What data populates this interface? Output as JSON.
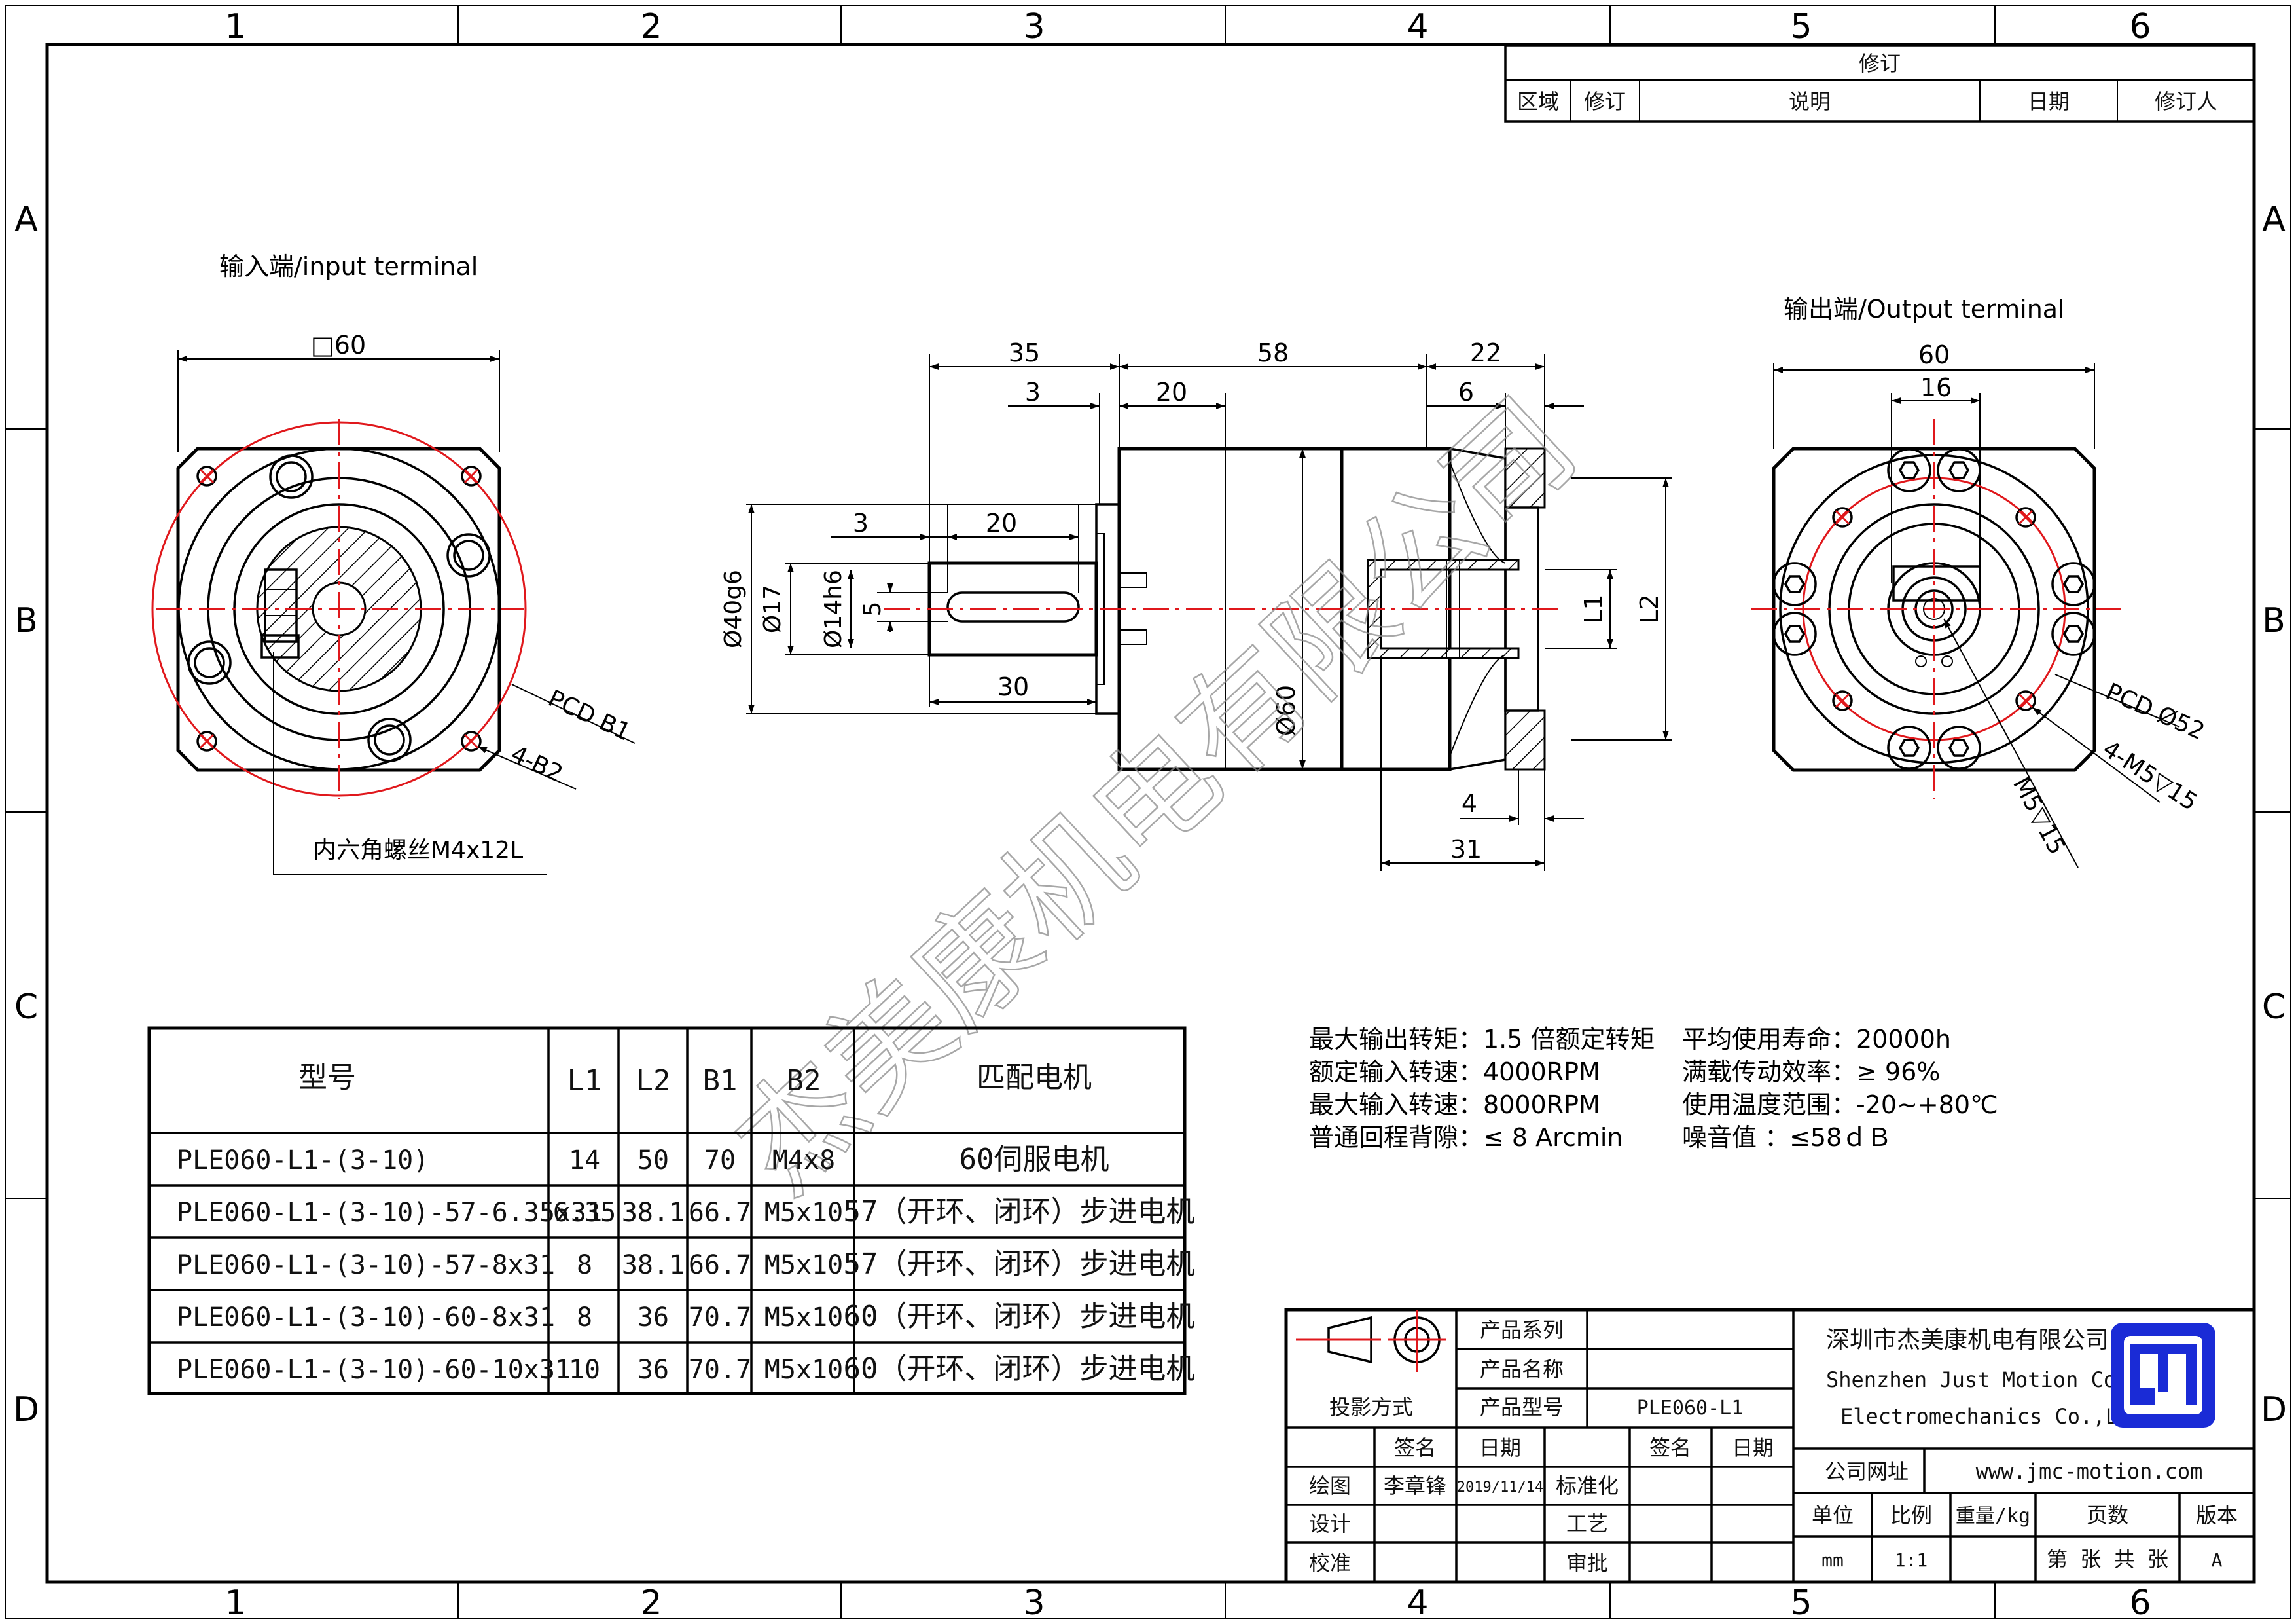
{
  "frame": {
    "columns": [
      "1",
      "2",
      "3",
      "4",
      "5",
      "6"
    ],
    "rows": [
      "A",
      "B",
      "C",
      "D"
    ]
  },
  "revision": {
    "title": "修订",
    "headers": [
      "区域",
      "修订",
      "说明",
      "日期",
      "修订人"
    ]
  },
  "views": {
    "input": {
      "title": "输入端/input terminal",
      "dim_square": "□60",
      "label_pcd": "PCD B1",
      "label_holes": "4-B2",
      "label_screw": "内六角螺丝M4x12L"
    },
    "side": {
      "dims_top": [
        "35",
        "58",
        "22"
      ],
      "dims_second": [
        "3",
        "20",
        "6"
      ],
      "dims_inner": [
        "3",
        "20"
      ],
      "dim_30": "30",
      "dim_40g6": "Ø40g6",
      "dim_17": "Ø17",
      "dim_14h6": "Ø14h6",
      "dim_5": "5",
      "dim_60": "Ø60",
      "dim_L1": "L1",
      "dim_L2": "L2",
      "dim_4": "4",
      "dim_31": "31"
    },
    "output": {
      "title": "输出端/Output terminal",
      "dim_60": "60",
      "dim_16": "16",
      "label_pcd": "PCD Ø52",
      "label_holes": "4-M5▽15",
      "label_center": "M5▽15"
    }
  },
  "watermark": "杰美康机电有限公司",
  "spec_table": {
    "headers": [
      "型号",
      "L1",
      "L2",
      "B1",
      "B2",
      "匹配电机"
    ],
    "rows": [
      [
        "PLE060-L1-(3-10)",
        "14",
        "50",
        "70",
        "M4x8",
        "60伺服电机"
      ],
      [
        "PLE060-L1-(3-10)-57-6.35x31",
        "6.35",
        "38.1",
        "66.7",
        "M5x10",
        "57（开环、闭环）步进电机"
      ],
      [
        "PLE060-L1-(3-10)-57-8x31",
        "8",
        "38.1",
        "66.7",
        "M5x10",
        "57（开环、闭环）步进电机"
      ],
      [
        "PLE060-L1-(3-10)-60-8x31",
        "8",
        "36",
        "70.7",
        "M5x10",
        "60（开环、闭环）步进电机"
      ],
      [
        "PLE060-L1-(3-10)-60-10x31",
        "10",
        "36",
        "70.7",
        "M5x10",
        "60（开环、闭环）步进电机"
      ]
    ]
  },
  "specs": {
    "left": [
      "最大输出转矩：1.5 倍额定转矩",
      "额定输入转速：4000RPM",
      "最大输入转速：8000RPM",
      "普通回程背隙：≤ 8 Arcmin"
    ],
    "right": [
      "平均使用寿命：20000h",
      "满载传动效率：≥   96%",
      "使用温度范围：-20~+80℃",
      "噪音值        ：≤58ｄＢ"
    ]
  },
  "title_block": {
    "projection": "投影方式",
    "series_label": "产品系列",
    "name_label": "产品名称",
    "model_label": "产品型号",
    "model_value": "PLE060-L1",
    "sign_label": "签名",
    "date_label": "日期",
    "draw_label": "绘图",
    "drawer": "李章锋",
    "draw_date": "2019/11/14",
    "design_label": "设计",
    "check_label": "校准",
    "std_label": "标准化",
    "process_label": "工艺",
    "approve_label": "审批",
    "company_cn": "深圳市杰美康机电有限公司",
    "company_en1": "Shenzhen Just Motion Control",
    "company_en2": "Electromechanics Co.,LTD",
    "website_label": "公司网址",
    "website": "www.jmc-motion.com",
    "unit_label": "单位",
    "scale_label": "比例",
    "weight_label": "重量/kg",
    "pages_label": "页数",
    "version_label": "版本",
    "unit": "mm",
    "scale": "1:1",
    "pages": "第 张 共 张",
    "version": "A",
    "logo_color": "#1a2bd6"
  }
}
